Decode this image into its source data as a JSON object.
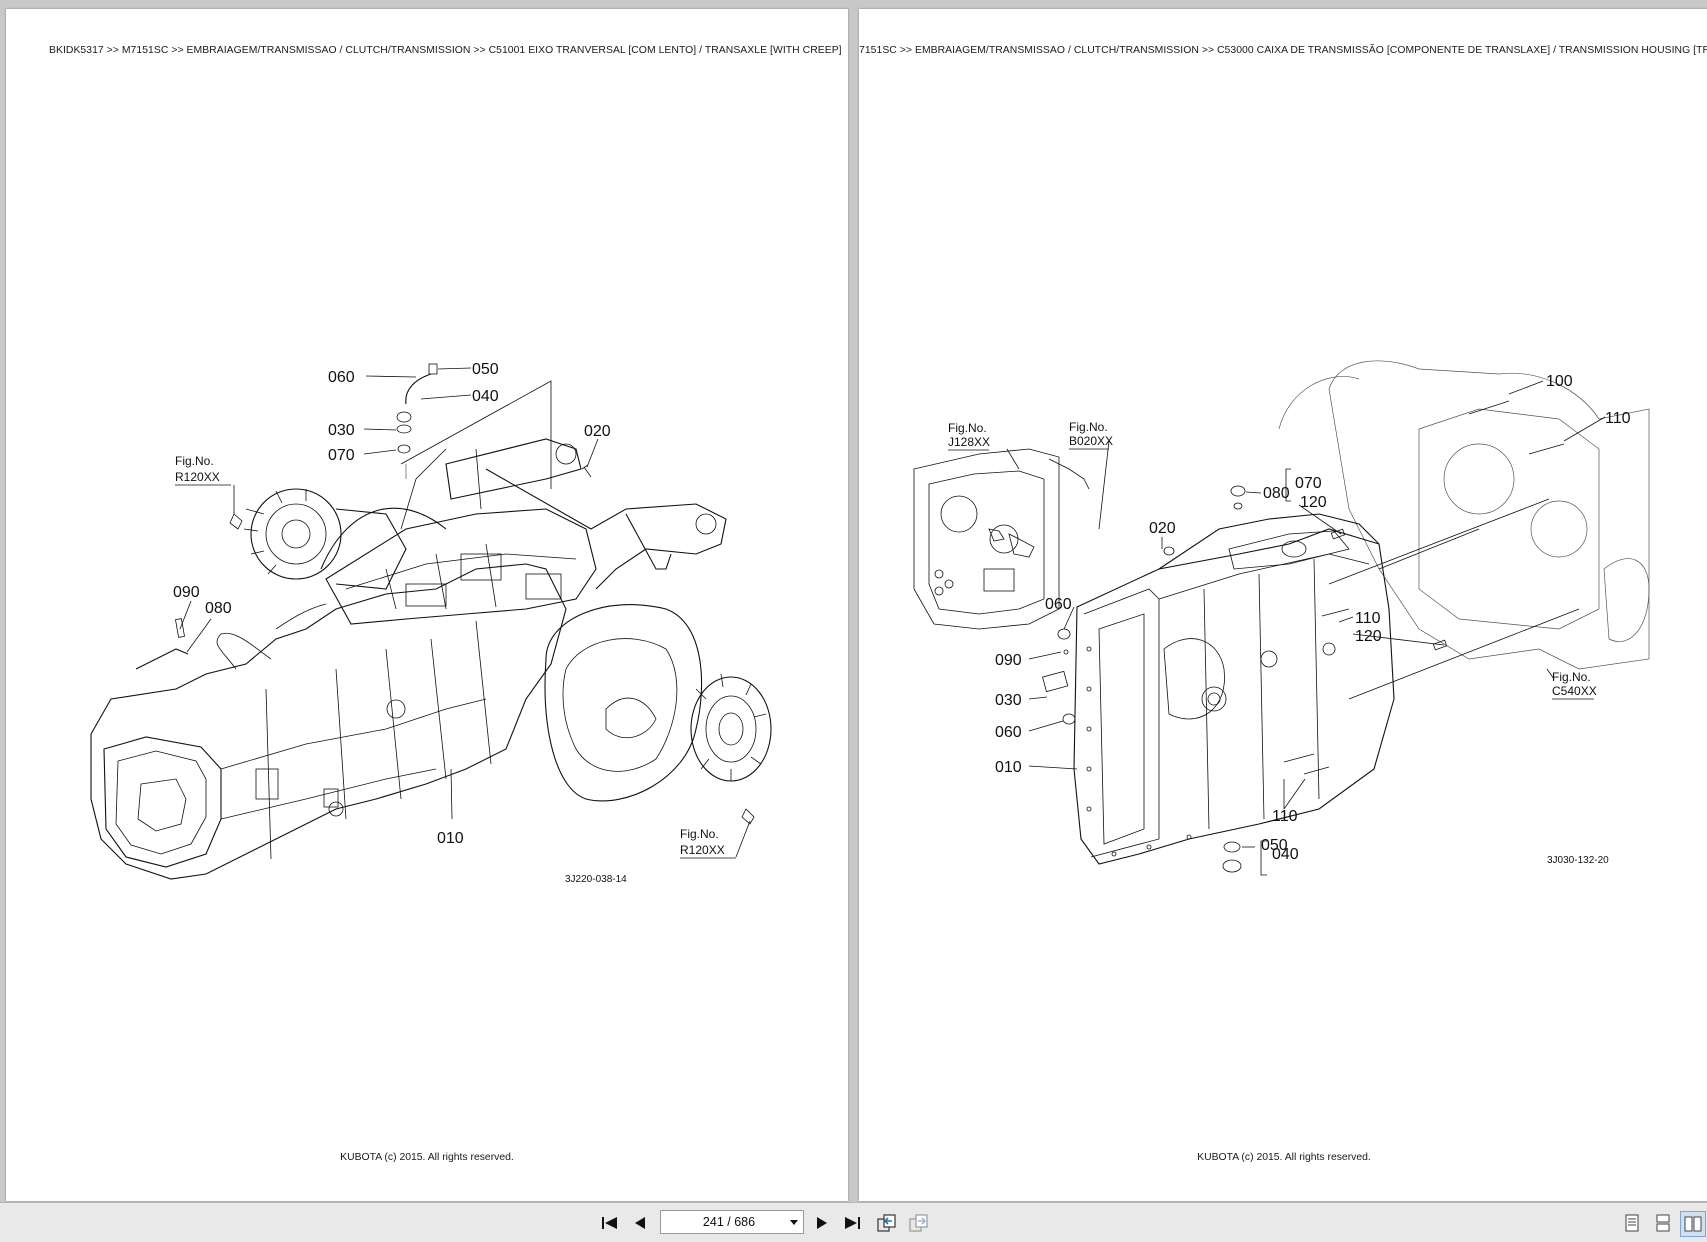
{
  "viewer": {
    "left_page": {
      "breadcrumb": "BKIDK5317 >> M7151SC >> EMBRAIAGEM/TRANSMISSAO / CLUTCH/TRANSMISSION >> C51001   EIXO TRANVERSAL [COM LENTO] / TRANSAXLE [WITH CREEP]",
      "footer": "KUBOTA (c) 2015. All rights reserved.",
      "drawing_code": "3J220-038-14",
      "part_labels": [
        "060",
        "050",
        "040",
        "030",
        "070",
        "020",
        "090",
        "080",
        "010"
      ],
      "fig_refs": [
        {
          "fig": "Fig.No.",
          "ref": "R120XX"
        },
        {
          "fig": "Fig.No.",
          "ref": "R120XX"
        }
      ]
    },
    "right_page": {
      "breadcrumb": "7151SC >> EMBRAIAGEM/TRANSMISSAO / CLUTCH/TRANSMISSION >> C53000   CAIXA DE TRANSMISSÃO [COMPONENTE DE TRANSLAXE] / TRANSMISSION HOUSING [TRA",
      "footer": "KUBOTA (c) 2015. All rights reserved.",
      "drawing_code": "3J030-132-20",
      "part_labels": [
        "100",
        "110",
        "080",
        "070",
        "120",
        "020",
        "110",
        "120",
        "060",
        "090",
        "030",
        "060",
        "010",
        "110",
        "050",
        "040"
      ],
      "fig_refs": [
        {
          "fig": "Fig.No.",
          "ref": "J128XX"
        },
        {
          "fig": "Fig.No.",
          "ref": "B020XX"
        },
        {
          "fig": "Fig.No.",
          "ref": "C540XX"
        }
      ]
    }
  },
  "toolbar": {
    "page_indicator": "241 / 686",
    "icons": {
      "first": "first-page-icon",
      "prev": "previous-page-icon",
      "next": "next-page-icon",
      "last": "last-page-icon",
      "back": "go-back-icon",
      "forward": "go-forward-icon",
      "single": "single-page-view-icon",
      "continuous": "continuous-view-icon",
      "facing": "facing-pages-view-icon"
    }
  }
}
